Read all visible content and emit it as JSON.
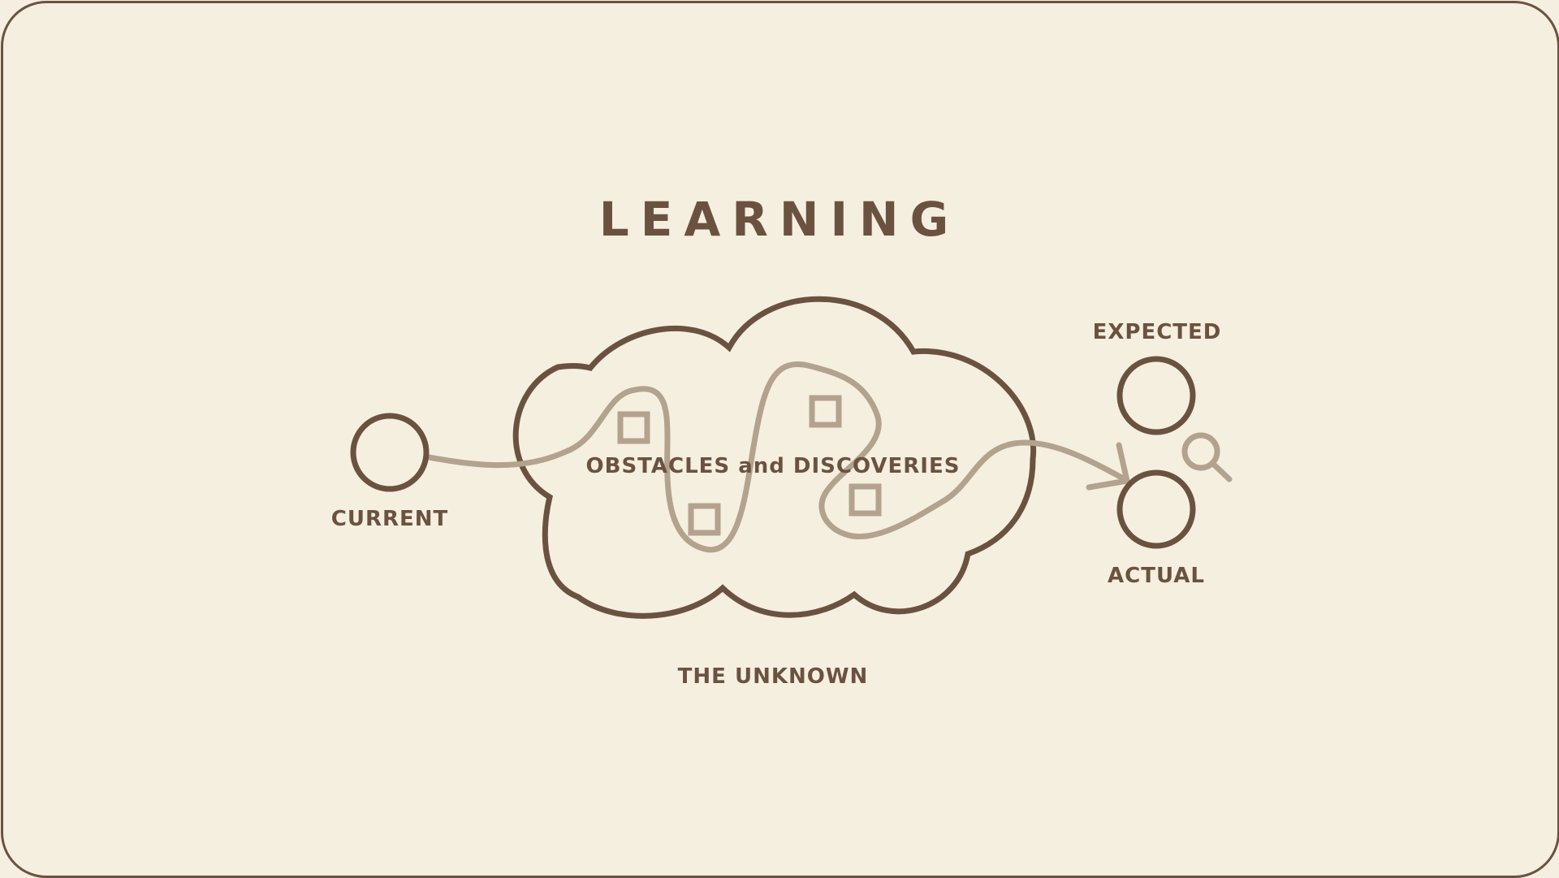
{
  "title": "LEARNING",
  "labels": {
    "current": "CURRENT",
    "obstacles": "OBSTACLES and DISCOVERIES",
    "unknown": "THE UNKNOWN",
    "expected": "EXPECTED",
    "actual": "ACTUAL"
  },
  "colors": {
    "background": "#f5efdf",
    "ink": "#6b5240",
    "path": "#b2a28e"
  },
  "icons": [
    "magnifier-icon",
    "arrow-head-icon"
  ]
}
